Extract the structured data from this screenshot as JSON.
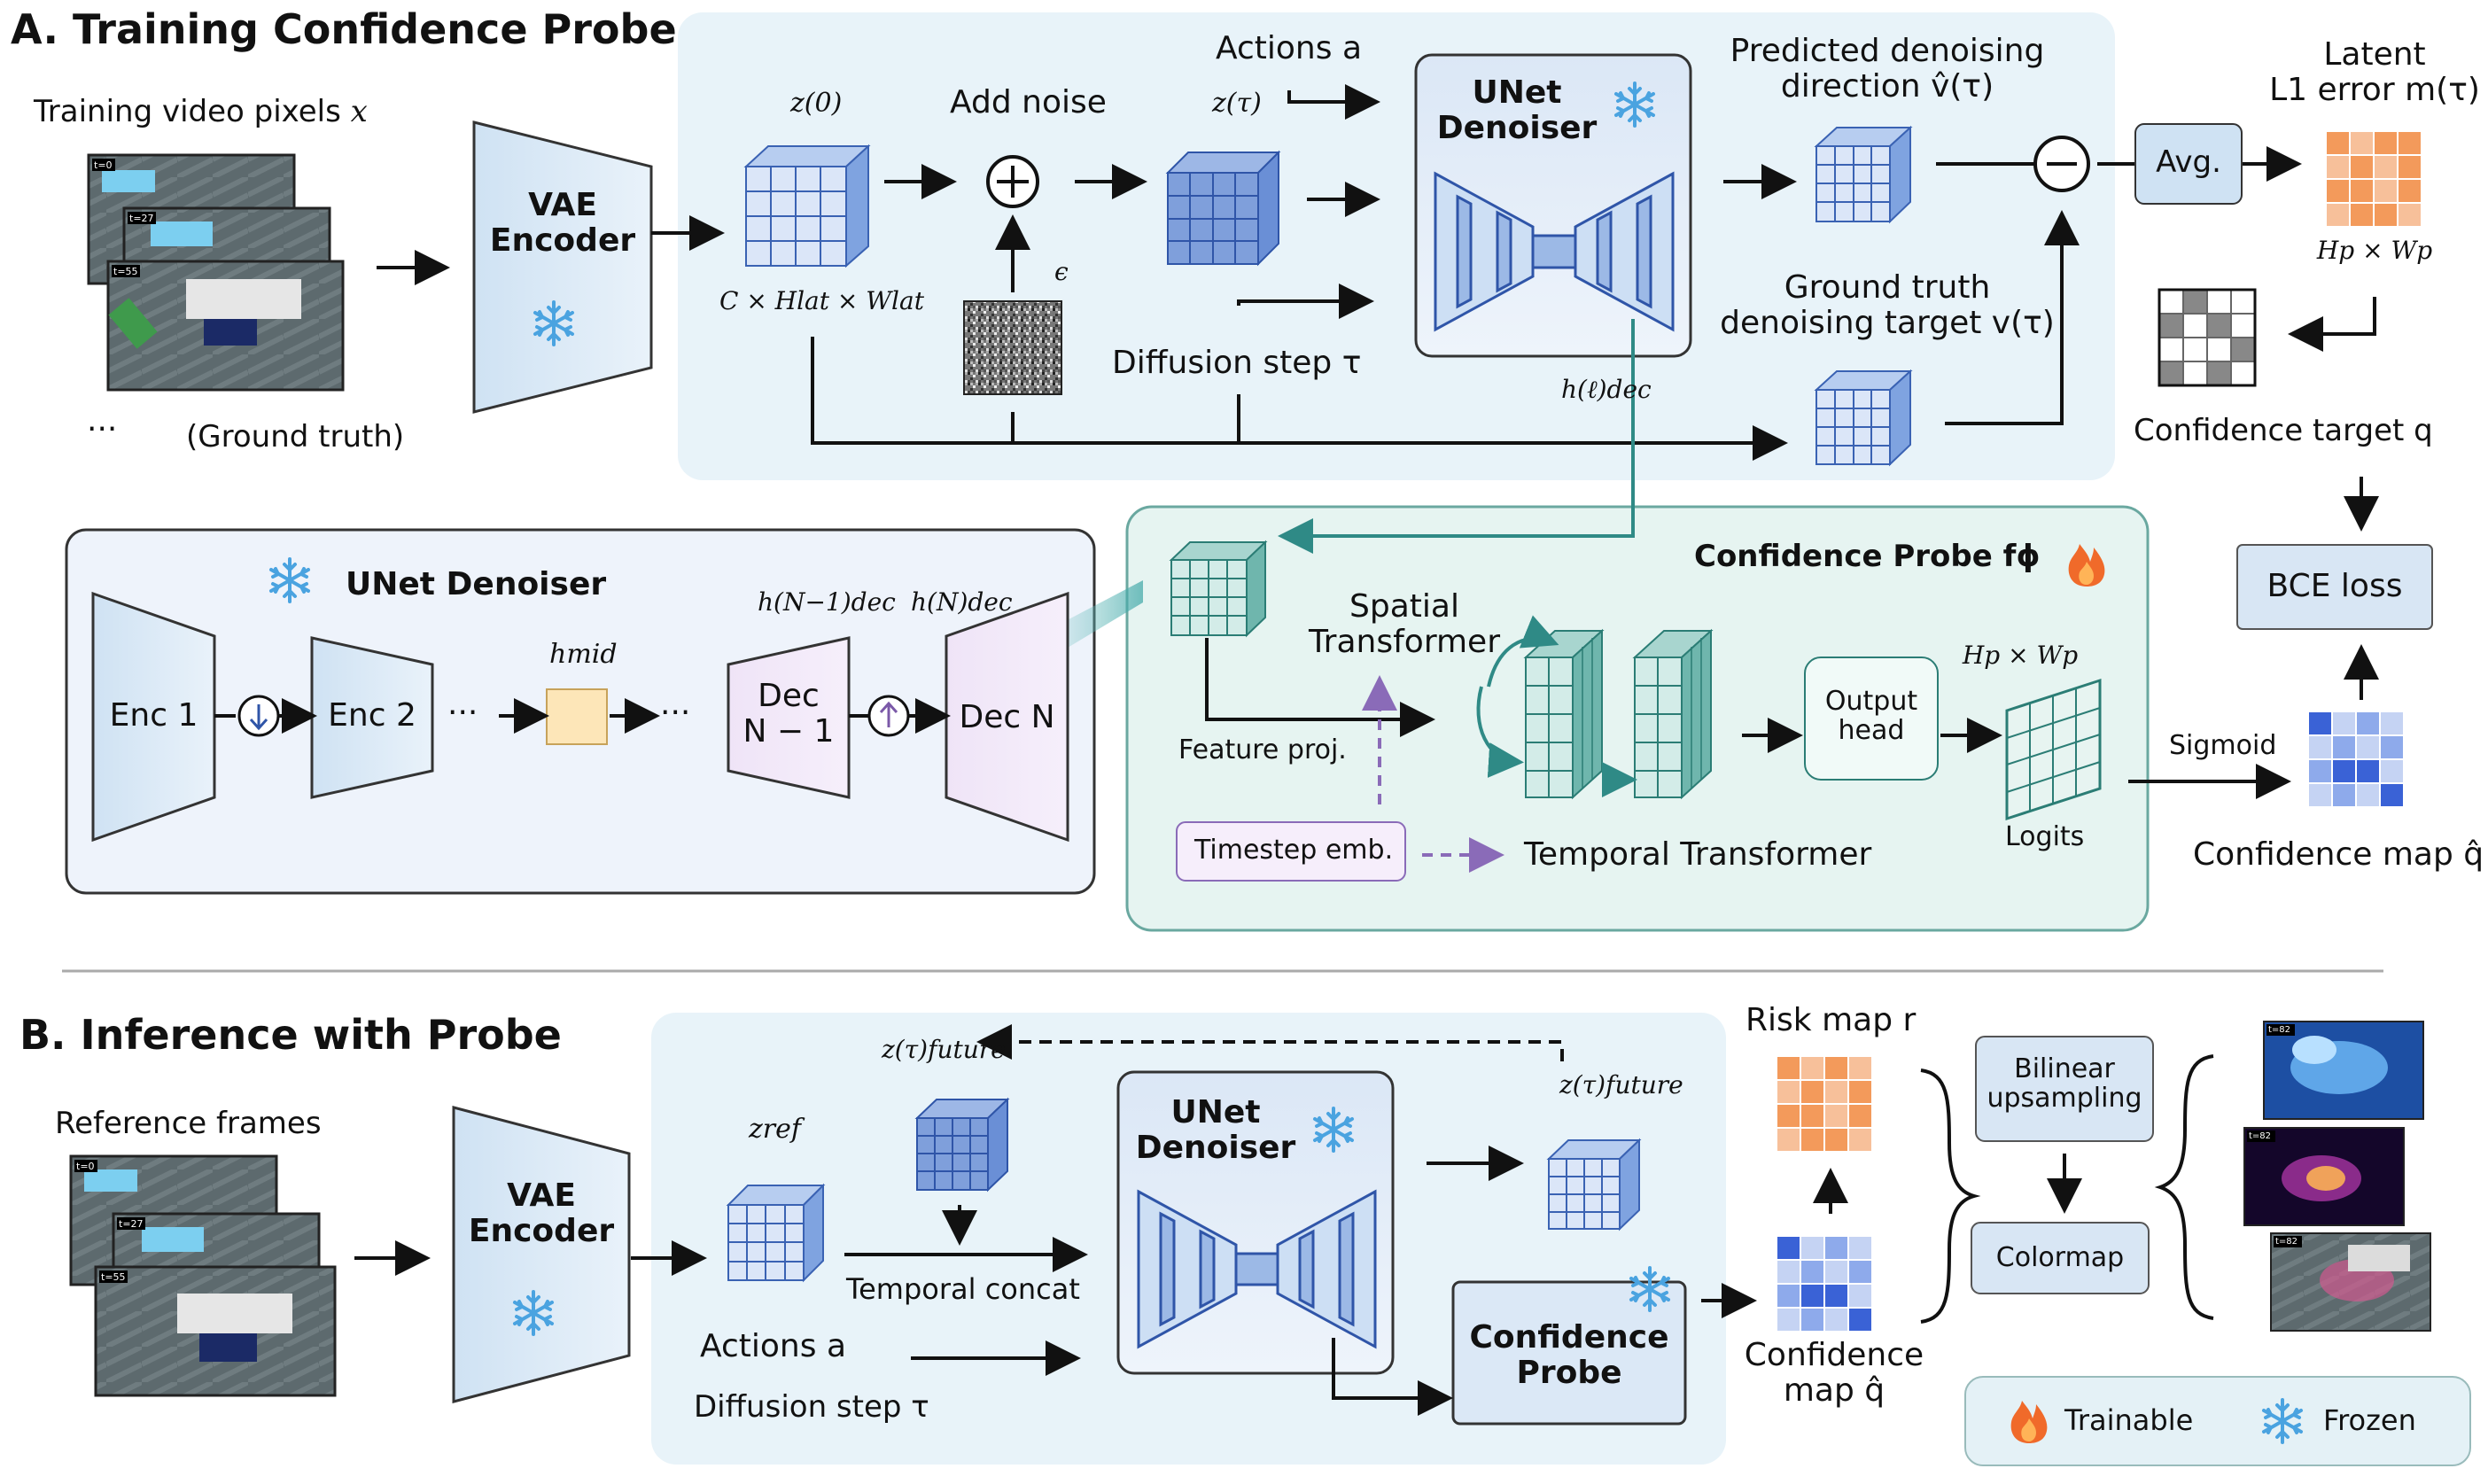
{
  "section_a": {
    "title": "A. Training Confidence Probe",
    "training_video": "Training video pixels",
    "training_video_var": "x",
    "ellipsis": "···",
    "ground_truth": "(Ground truth)",
    "frame_stamps": [
      "t=0",
      "t=27",
      "t=55"
    ],
    "vae_encoder": "VAE\nEncoder",
    "z0": "z(0)",
    "latent_shape": "C × Hlat × Wlat",
    "add_noise": "Add noise",
    "epsilon": "ϵ",
    "ztau": "z(τ)",
    "actions": "Actions a",
    "diffusion_step": "Diffusion step τ",
    "unet_denoiser": "UNet\nDenoiser",
    "h_dec_l": "h(ℓ)dec",
    "predicted_dir": "Predicted denoising\ndirection v̂(τ)",
    "ground_truth_target": "Ground truth\ndenoising target v(τ)",
    "minus": "−",
    "avg": "Avg.",
    "latent_error": "Latent\nL1 error m(τ)",
    "hp_wp": "Hp × Wp",
    "confidence_target": "Confidence target q",
    "bce_loss": "BCE loss"
  },
  "unet_inset": {
    "title": "UNet Denoiser",
    "enc1": "Enc 1",
    "enc2": "Enc 2",
    "dots": "···",
    "h_mid": "hmid",
    "dec_n1": "Dec\nN − 1",
    "dec_n": "Dec N",
    "h_dec_n1": "h(N−1)dec",
    "h_dec_n": "h(N)dec"
  },
  "probe": {
    "title": "Confidence Probe fϕ",
    "spatial_transformer": "Spatial\nTransformer",
    "feature_proj": "Feature proj.",
    "timestep_emb": "Timestep emb.",
    "temporal_transformer": "Temporal Transformer",
    "output_head": "Output\nhead",
    "hp_wp": "Hp × Wp",
    "logits": "Logits",
    "sigmoid": "Sigmoid",
    "confidence_map": "Confidence map q̂"
  },
  "section_b": {
    "title": "B. Inference with Probe",
    "reference_frames": "Reference frames",
    "vae_encoder": "VAE\nEncoder",
    "z_ref": "zref",
    "z_future": "z(τ)future",
    "z_future_out": "z(τ)future",
    "temporal_concat": "Temporal concat",
    "actions": "Actions a",
    "diffusion_step": "Diffusion step τ",
    "unet_denoiser": "UNet\nDenoiser",
    "confidence_probe": "Confidence\nProbe",
    "risk_map": "Risk map r",
    "confidence_map": "Confidence\nmap q̂",
    "bilinear": "Bilinear\nupsampling",
    "colormap": "Colormap",
    "frame_stamps": [
      "t=0",
      "t=27",
      "t=55"
    ],
    "output_stamps": [
      "t=82",
      "t=82",
      "t=82"
    ]
  },
  "legend": {
    "trainable": "Trainable",
    "frozen": "Frozen"
  },
  "colors": {
    "panel_blue": "#e8f3f9",
    "probe_green": "#e6f4f1",
    "inset_blue": "#eef3fb",
    "cube_blue": "#5b86d6",
    "cube_teal": "#4f9e95",
    "orange": "#f39a5b",
    "arrow": "#111111",
    "teal_arrow": "#2f8a86",
    "dashed_purple": "#8a6bb8"
  },
  "icons": [
    "snowflake-icon",
    "flame-icon",
    "plus-circle-icon",
    "minus-circle-icon",
    "down-arrow-icon",
    "up-arrow-icon"
  ]
}
